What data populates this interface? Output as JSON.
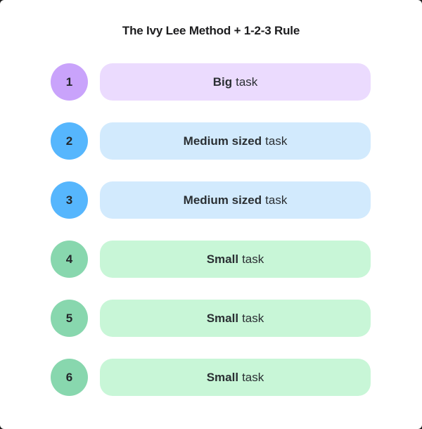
{
  "title": "The Ivy Lee Method + 1-2-3 Rule",
  "colors": {
    "big_circle": "#c9a3fb",
    "big_pill": "#ebdbfe",
    "medium_circle": "#56b6fd",
    "medium_pill": "#d2eafd",
    "small_circle": "#88d7ae",
    "small_pill": "#c8f6d7"
  },
  "tasks": [
    {
      "number": "1",
      "strong": "Big",
      "rest": "task",
      "size": "big"
    },
    {
      "number": "2",
      "strong": "Medium sized",
      "rest": "task",
      "size": "medium"
    },
    {
      "number": "3",
      "strong": "Medium sized",
      "rest": "task",
      "size": "medium"
    },
    {
      "number": "4",
      "strong": "Small",
      "rest": "task",
      "size": "small"
    },
    {
      "number": "5",
      "strong": "Small",
      "rest": "task",
      "size": "small"
    },
    {
      "number": "6",
      "strong": "Small",
      "rest": "task",
      "size": "small"
    }
  ]
}
